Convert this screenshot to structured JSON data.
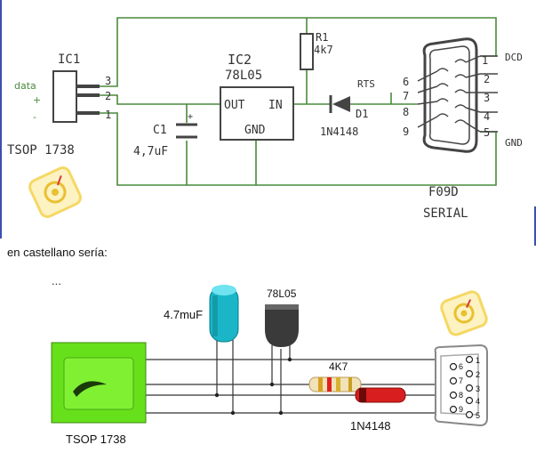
{
  "schematic": {
    "ic1": {
      "label": "IC1",
      "pins": [
        "3",
        "2",
        "1"
      ],
      "pin_names": [
        "data",
        "+",
        "-"
      ],
      "part": "TSOP 1738"
    },
    "ic2": {
      "label": "IC2",
      "part": "78L05",
      "pin_out": "OUT",
      "pin_in": "IN",
      "pin_gnd": "GND"
    },
    "r1": {
      "label": "R1",
      "value": "4k7"
    },
    "c1": {
      "label": "C1",
      "plus": "+",
      "value": "4,7uF"
    },
    "d1": {
      "label": "D1",
      "part": "1N4148"
    },
    "connector": {
      "label": "F09D",
      "sub": "SERIAL",
      "left_pins": [
        "6",
        "7",
        "8",
        "9"
      ],
      "right_pins": [
        "1",
        "2",
        "3",
        "4",
        "5"
      ],
      "signals": {
        "rts": "RTS",
        "dcd": "DCD",
        "gnd": "GND"
      }
    }
  },
  "caption": "en castellano sería:",
  "pictorial": {
    "dots": "...",
    "capacitor": "4.7muF",
    "regulator": "78L05",
    "resistor": "4K7",
    "diode": "1N4148",
    "sensor": "TSOP 1738",
    "db9_pins": [
      "1",
      "2",
      "3",
      "4",
      "5",
      "6",
      "7",
      "8",
      "9"
    ]
  },
  "colors": {
    "wire": "#4a8a3a",
    "schematic_ink": "#444444",
    "sensor_green": "#66e01a",
    "cap_cyan": "#1ab6c8",
    "diode_red": "#d81e1e",
    "logo_yellow": "#f4d24a"
  }
}
